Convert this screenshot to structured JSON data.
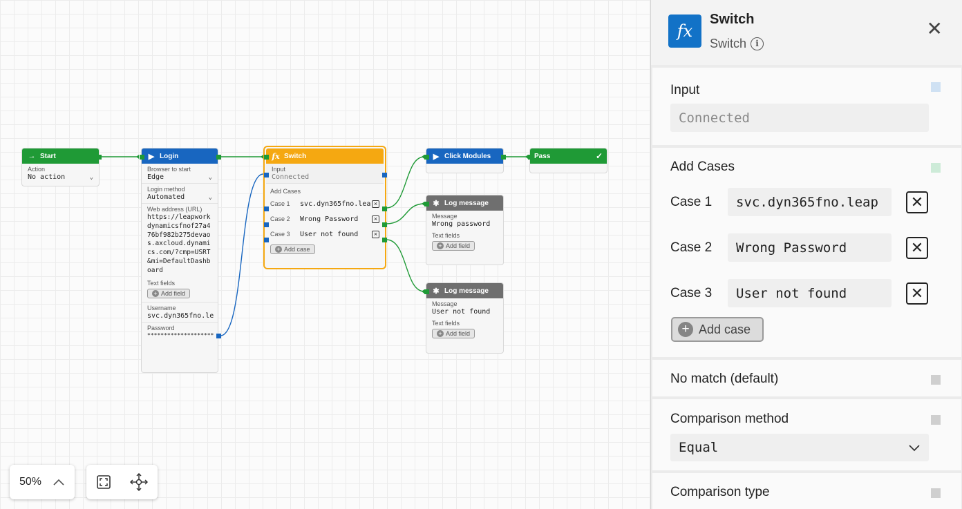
{
  "canvas": {
    "nodes": {
      "start": {
        "title": "Start",
        "action_label": "Action",
        "action_value": "No action"
      },
      "login": {
        "title": "Login",
        "browser_label": "Browser to start",
        "browser_value": "Edge",
        "method_label": "Login method",
        "method_value": "Automated",
        "url_label": "Web address (URL)",
        "url_value": "https://leapworkdynamicsfnof27a476bf982b275devaos.axcloud.dynamics.com/?cmp=USRT&mi=DefaultDashboard",
        "text_fields_label": "Text fields",
        "add_field": "Add field",
        "username_label": "Username",
        "username_value": "svc.dyn365fno.le",
        "password_label": "Password",
        "password_value": "********************"
      },
      "switch": {
        "title": "Switch",
        "input_label": "Input",
        "input_value": "Connected",
        "add_cases_label": "Add Cases",
        "cases": [
          {
            "label": "Case 1",
            "value": "svc.dyn365fno.lea"
          },
          {
            "label": "Case 2",
            "value": "Wrong Password"
          },
          {
            "label": "Case 3",
            "value": "User not found"
          }
        ],
        "add_case": "Add case"
      },
      "click_modules": {
        "title": "Click Modules"
      },
      "pass": {
        "title": "Pass"
      },
      "log1": {
        "title": "Log message",
        "message_label": "Message",
        "message_value": "Wrong password",
        "text_fields_label": "Text fields",
        "add_field": "Add field"
      },
      "log2": {
        "title": "Log message",
        "message_label": "Message",
        "message_value": "User not found",
        "text_fields_label": "Text fields",
        "add_field": "Add field"
      }
    },
    "zoom": "50%"
  },
  "panel": {
    "title": "Switch",
    "subtitle": "Switch",
    "input": {
      "label": "Input",
      "value": "Connected"
    },
    "add_cases": {
      "label": "Add Cases",
      "cases": [
        {
          "label": "Case 1",
          "value": "svc.dyn365fno.leap"
        },
        {
          "label": "Case 2",
          "value": "Wrong Password"
        },
        {
          "label": "Case 3",
          "value": "User not found"
        }
      ],
      "add_case": "Add case"
    },
    "no_match": {
      "label": "No match (default)"
    },
    "comparison_method": {
      "label": "Comparison method",
      "value": "Equal"
    },
    "comparison_type": {
      "label": "Comparison type"
    }
  },
  "colors": {
    "green": "#1f9a36",
    "blue": "#1866c0",
    "orange": "#f5a811",
    "grey": "#6f6f6f",
    "panel_accent": "#1272c7"
  }
}
